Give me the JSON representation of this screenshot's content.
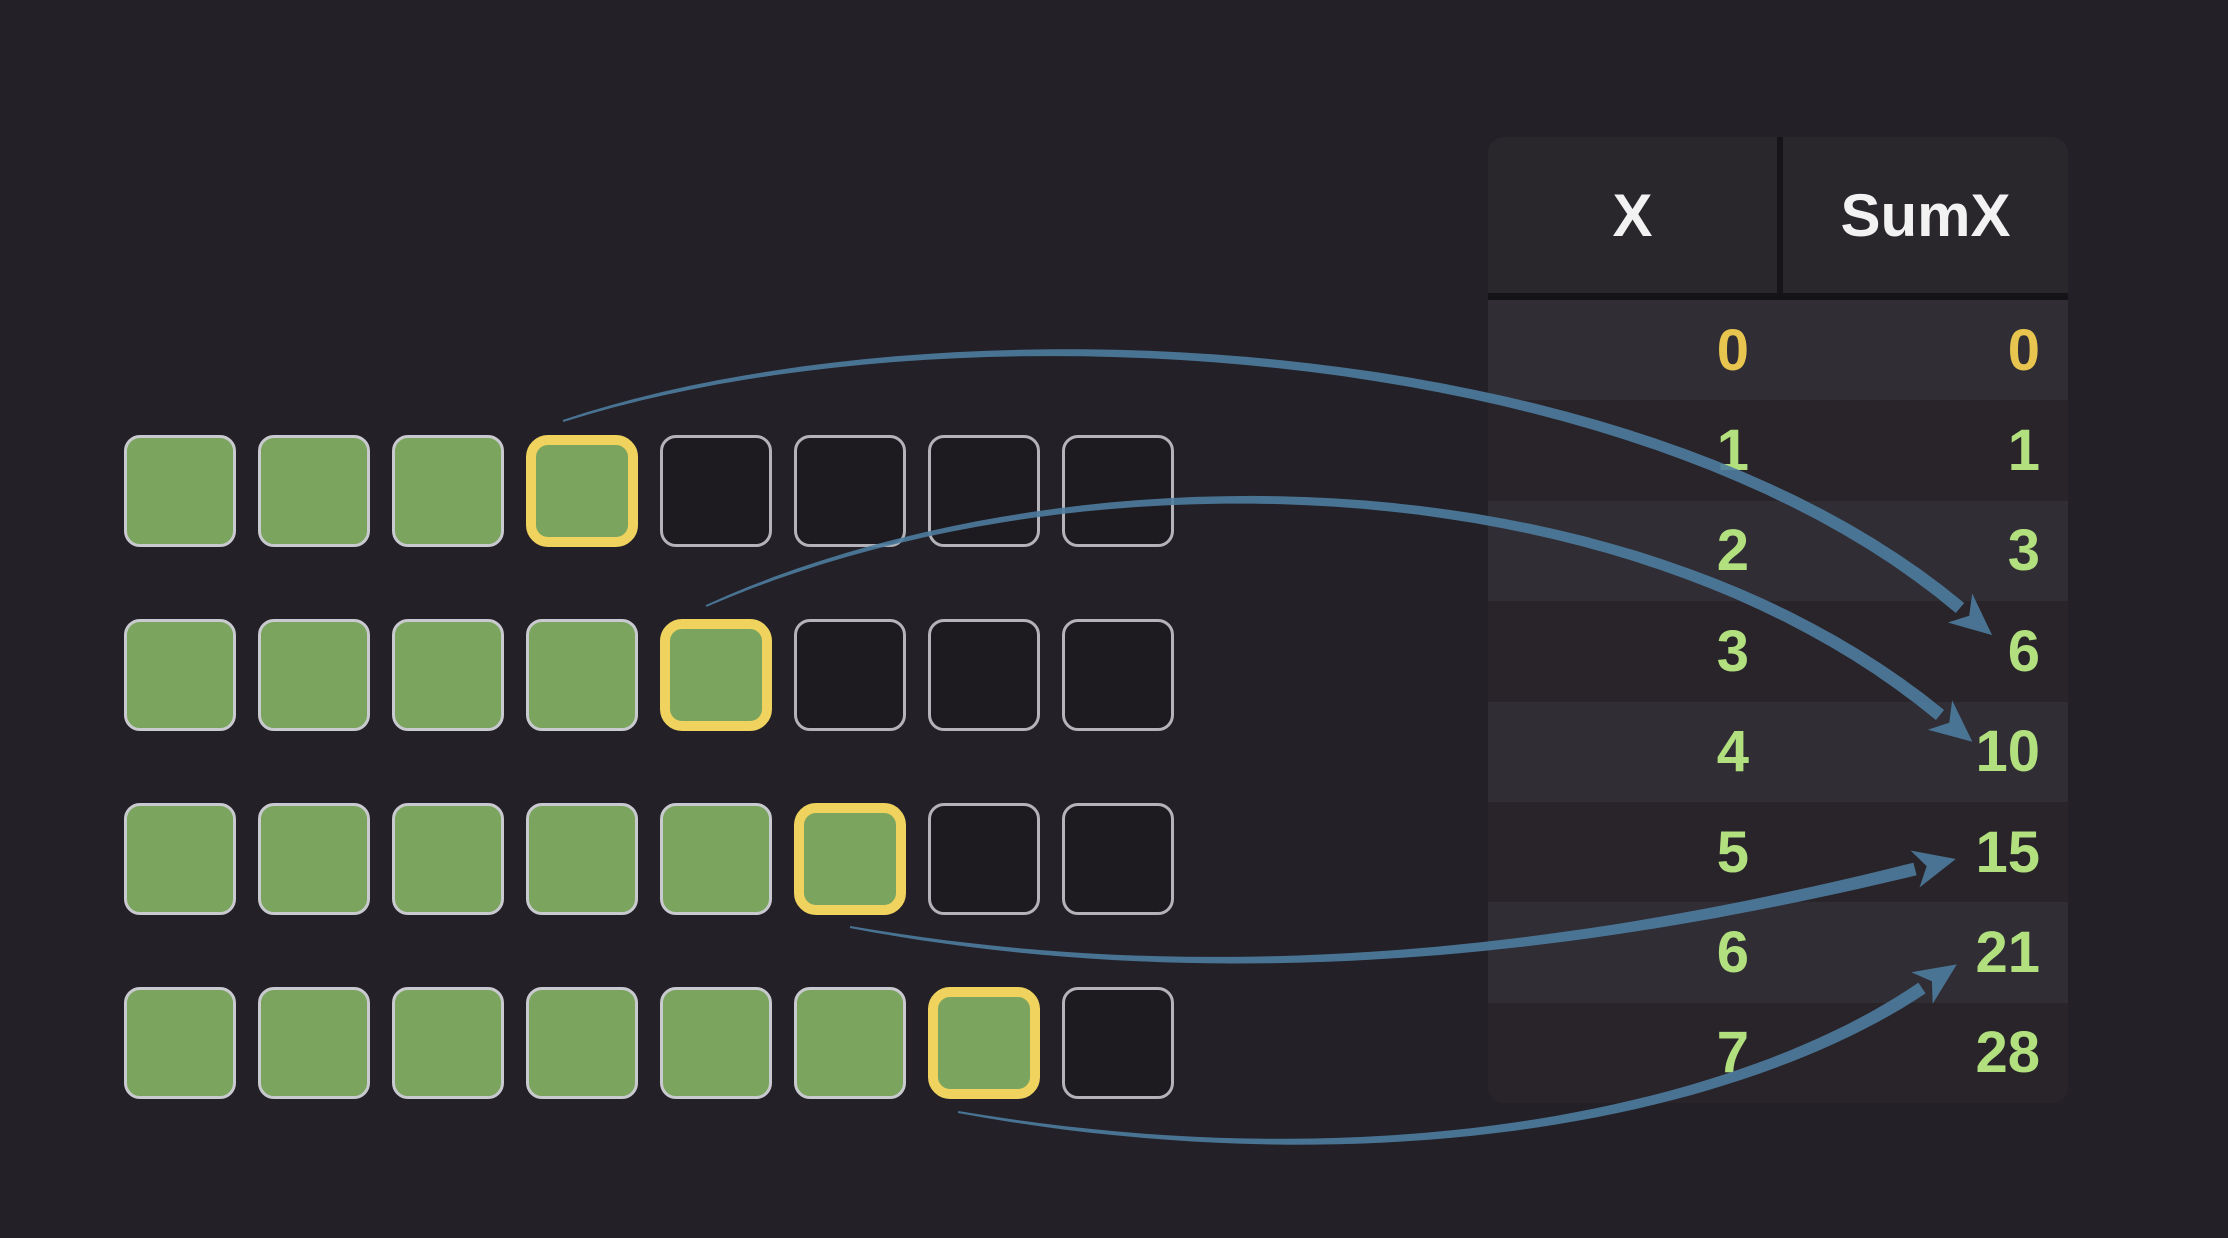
{
  "background_color": "#232027",
  "grid": {
    "columns_per_row": 8,
    "colors": {
      "filled_fill": "#7ba45e",
      "highlight_border": "#f0d35e",
      "square_border": "#c9cad0",
      "empty_border": "#b3b3b9",
      "empty_fill": "#1e1b20"
    },
    "rows": [
      {
        "name": "blocks-row-x3",
        "filled": 4,
        "highlight_index": 3
      },
      {
        "name": "blocks-row-x4",
        "filled": 5,
        "highlight_index": 4
      },
      {
        "name": "blocks-row-x5",
        "filled": 6,
        "highlight_index": 5
      },
      {
        "name": "blocks-row-x6",
        "filled": 7,
        "highlight_index": 6
      }
    ]
  },
  "table": {
    "columns": [
      {
        "label": "X"
      },
      {
        "label": "SumX"
      }
    ],
    "header_text_color": "#f2f2f2",
    "rows": [
      {
        "x": "0",
        "sumx": "0",
        "value_color": "#e7c54f"
      },
      {
        "x": "1",
        "sumx": "1",
        "value_color": "#b2e07f"
      },
      {
        "x": "2",
        "sumx": "3",
        "value_color": "#b2e07f"
      },
      {
        "x": "3",
        "sumx": "6",
        "value_color": "#b2e07f"
      },
      {
        "x": "4",
        "sumx": "10",
        "value_color": "#b2e07f"
      },
      {
        "x": "5",
        "sumx": "15",
        "value_color": "#b2e07f"
      },
      {
        "x": "6",
        "sumx": "21",
        "value_color": "#b2e07f"
      },
      {
        "x": "7",
        "sumx": "28",
        "value_color": "#b2e07f"
      }
    ]
  },
  "arrows": {
    "color": "#4e7c9e",
    "items": [
      {
        "name": "arrow-x3-to-sum6",
        "from": "blocks-row-x3-highlight",
        "to_value": "6"
      },
      {
        "name": "arrow-x4-to-sum10",
        "from": "blocks-row-x4-highlight",
        "to_value": "10"
      },
      {
        "name": "arrow-x5-to-sum15",
        "from": "blocks-row-x5-highlight",
        "to_value": "15"
      },
      {
        "name": "arrow-x6-to-sum21",
        "from": "blocks-row-x6-highlight",
        "to_value": "21"
      }
    ]
  }
}
